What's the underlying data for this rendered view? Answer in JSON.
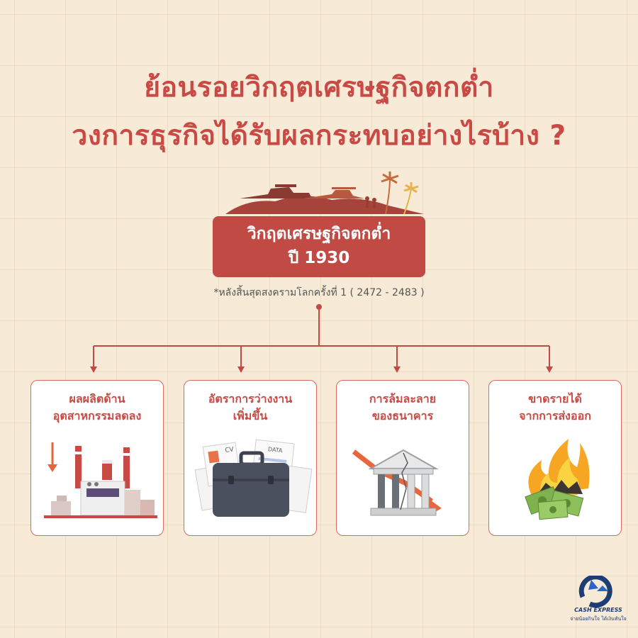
{
  "title": {
    "line1": "ย้อนรอยวิกฤตเศรษฐกิจตกต่ำ",
    "line2": "วงการธุรกิจได้รับผลกระทบอย่างไรบ้าง ?"
  },
  "era": {
    "name": "วิกฤตเศรษฐกิจตกต่ำ",
    "year": "ปี 1930",
    "note": "*หลังสิ้นสุดสงครามโลกครั้งที่ 1 ( 2472 - 2483 )"
  },
  "impacts": [
    {
      "label": "ผลผลิตด้าน\nอุตสาหกรรมลดลง",
      "icon": "factory-icon"
    },
    {
      "label": "อัตราการว่างงาน\nเพิ่มขึ้น",
      "icon": "briefcase-resume-icon"
    },
    {
      "label": "การล้มละลาย\nของธนาคาร",
      "icon": "bank-collapse-icon"
    },
    {
      "label": "ขาดรายได้\nจากการส่งออก",
      "icon": "burning-money-icon"
    }
  ],
  "illustration_text": {
    "cv": "CV",
    "data": "DATA"
  },
  "brand": {
    "name": "CASH EXPRESS",
    "slogan": "จ่ายน้อยกินใจ ได้เงินทันใจ"
  },
  "colors": {
    "background": "#f7ead7",
    "accent": "#c94a45",
    "box": "#c14a45",
    "brand": "#1d3d75"
  }
}
